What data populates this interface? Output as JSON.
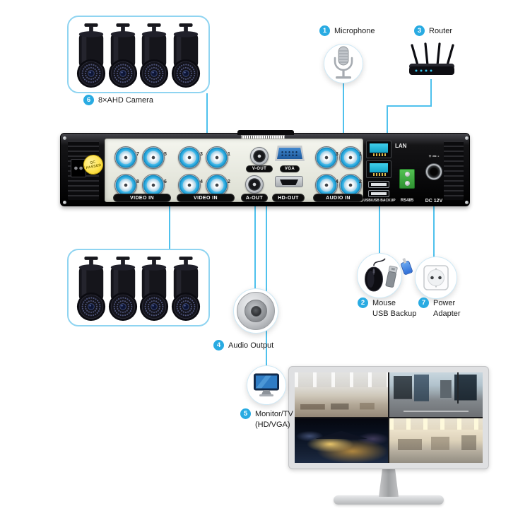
{
  "colors": {
    "accent": "#29abe2",
    "cable": "#4fc1ed",
    "bnc_cyan": "#28a6dd",
    "lan_cyan": "#14a2c6",
    "rs485_green": "#3aa53a",
    "qc_yellow": "#ffe24a"
  },
  "devices": {
    "microphone": {
      "num": "1",
      "label": "Microphone"
    },
    "mouse": {
      "num": "2",
      "label": "Mouse",
      "label2": "USB Backup"
    },
    "router": {
      "num": "3",
      "label": "Router"
    },
    "audio_output": {
      "num": "4",
      "label": "Audio Output"
    },
    "monitor": {
      "num": "5",
      "label": "Monitor/TV",
      "label2": "(HD/VGA)"
    },
    "camera": {
      "num": "6",
      "label": "8×AHD Camera"
    },
    "power": {
      "num": "7",
      "label": "Power",
      "label2": "Adapter"
    }
  },
  "dvr": {
    "qc_line1": "QC",
    "qc_line2": "PASSED",
    "video_in_left_label": "VIDEO IN",
    "video_in_right_label": "VIDEO IN",
    "video_left_numbers": [
      "7",
      "5",
      "8",
      "6"
    ],
    "video_right_numbers": [
      "3",
      "1",
      "4",
      "2"
    ],
    "v_out_label": "V-OUT",
    "vga_label": "VGA",
    "a_out_label": "A-OUT",
    "hd_out_label": "HD-OUT",
    "audio_in_label": "AUDIO IN",
    "audio_numbers": [
      "3",
      "1",
      "4",
      "2"
    ],
    "lan_label": "LAN",
    "usb_label": "USB/USB BACKUP",
    "rs485_label": "RS485",
    "dc_marks": "+ ⎓ -",
    "dc_label": "DC 12V"
  }
}
